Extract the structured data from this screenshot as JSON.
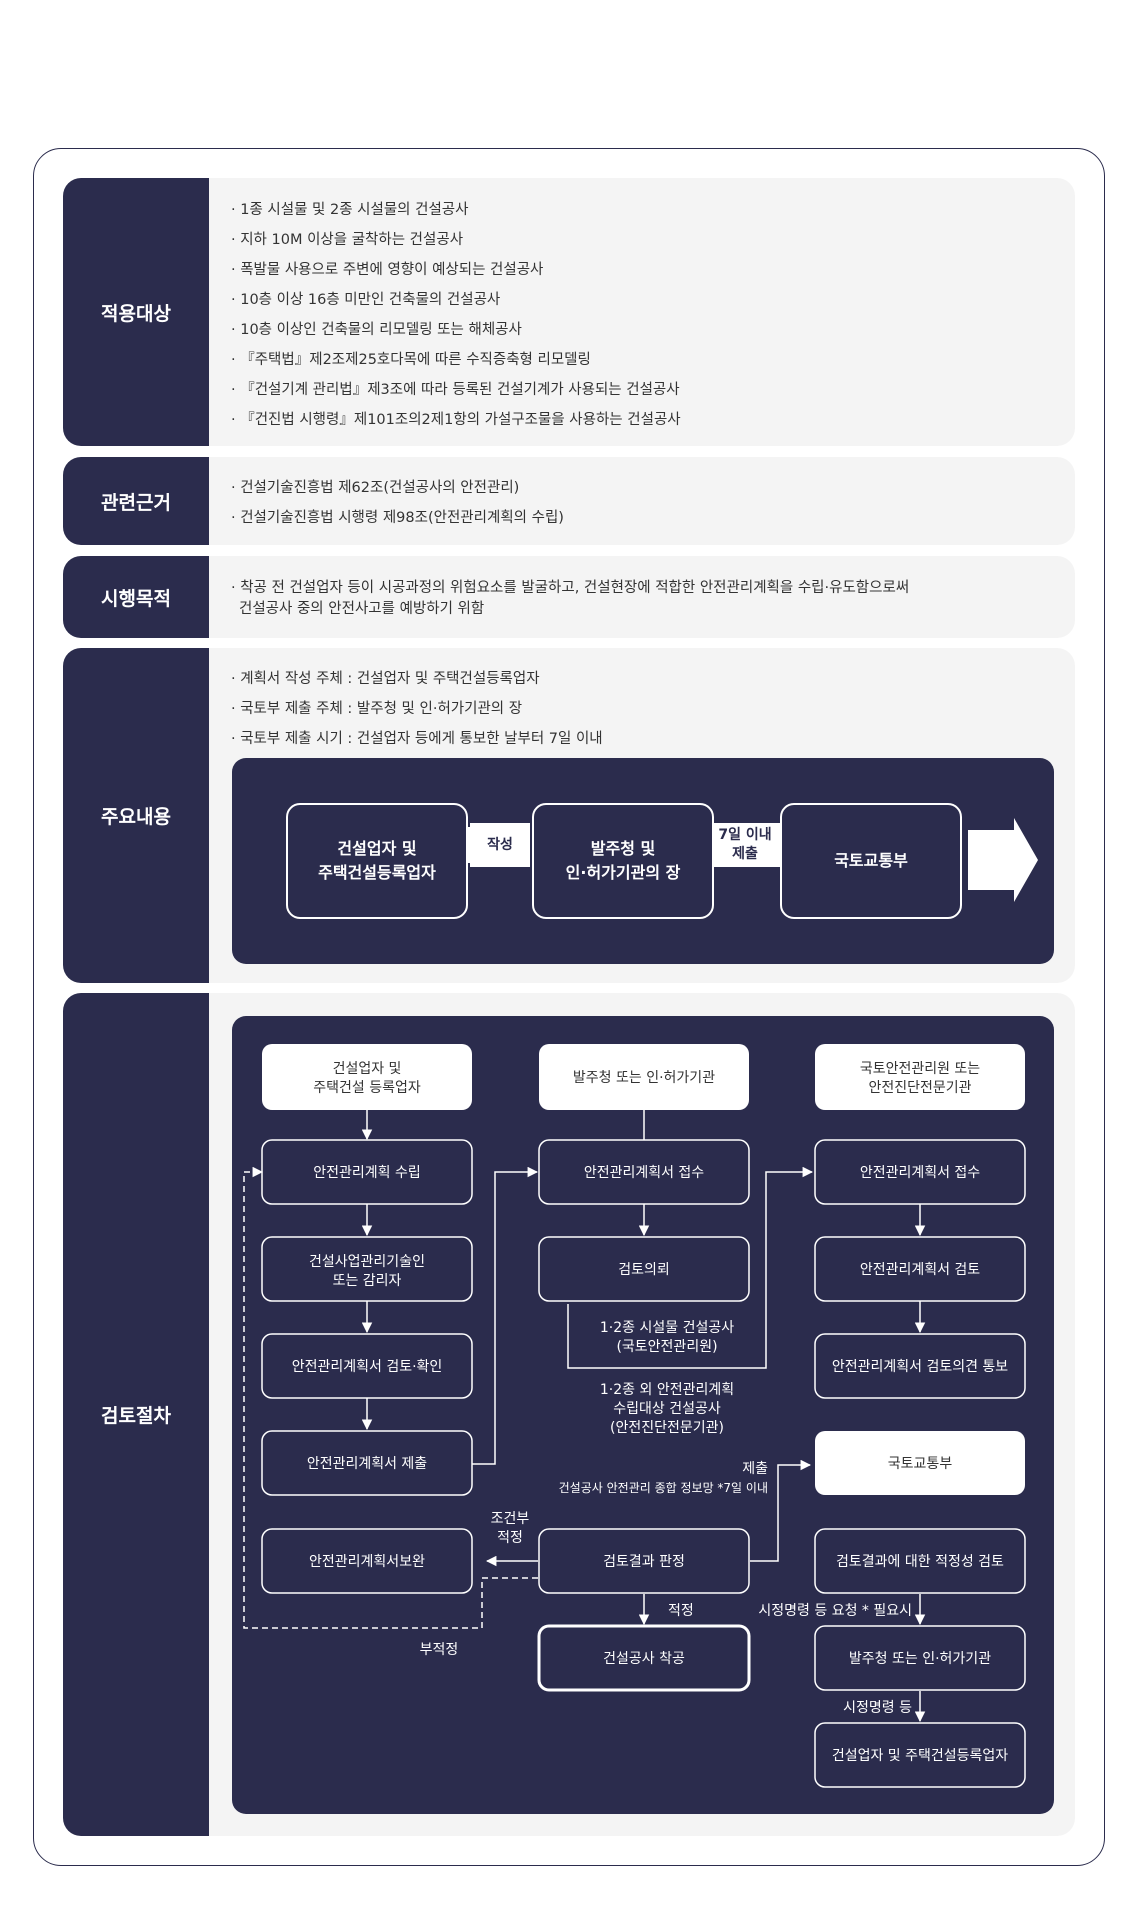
{
  "sections": {
    "target": {
      "title": "적용대상",
      "items": [
        "· 1종 시설물 및 2종 시설물의 건설공사",
        "· 지하 10M 이상을 굴착하는 건설공사",
        "· 폭발물 사용으로 주변에 영향이 예상되는 건설공사",
        "· 10층 이상 16층 미만인 건축물의 건설공사",
        "· 10층 이상인 건축물의 리모델링 또는 해체공사",
        "· 『주택법』제2조제25호다목에 따른 수직증축형 리모델링",
        "· 『건설기계 관리법』제3조에 따라 등록된 건설기계가 사용되는 건설공사",
        "· 『건진법 시행령』제101조의2제1항의 가설구조물을 사용하는 건설공사"
      ]
    },
    "basis": {
      "title": "관련근거",
      "items": [
        "· 건설기술진흥법 제62조(건설공사의 안전관리)",
        "· 건설기술진흥법 시행령 제98조(안전관리계획의 수립)"
      ]
    },
    "purpose": {
      "title": "시행목적",
      "line1": "· 착공 전 건설업자 등이 시공과정의 위험요소를 발굴하고, 건설현장에 적합한 안전관리계획을 수립·유도함으로써",
      "line2": "건설공사 중의 안전사고를 예방하기 위함"
    },
    "content": {
      "title": "주요내용",
      "items": [
        "· 계획서 작성 주체 : 건설업자 및 주택건설등록업자",
        "· 국토부 제출 주체 : 발주청 및 인·허가기관의 장",
        "· 국토부 제출 시기 : 건설업자 등에게 통보한 날부터 7일 이내"
      ],
      "flow": {
        "box1_l1": "건설업자 및",
        "box1_l2": "주택건설등록업자",
        "arrow1": "작성",
        "box2_l1": "발주청 및",
        "box2_l2": "인·허가기관의 장",
        "arrow2_l1": "7일 이내",
        "arrow2_l2": "제출",
        "box3": "국토교통부"
      }
    },
    "review": {
      "title": "검토절차",
      "boxes": {
        "h1_l1": "건설업자 및",
        "h1_l2": "주택건설 등록업자",
        "h2": "발주청 또는 인·허가기관",
        "h3_l1": "국토안전관리원 또는",
        "h3_l2": "안전진단전문기관",
        "a1": "안전관리계획 수립",
        "a2_l1": "건설사업관리기술인",
        "a2_l2": "또는 감리자",
        "a3": "안전관리계획서 검토·확인",
        "a4": "안전관리계획서 제출",
        "a5": "안전관리계획서보완",
        "b1": "안전관리계획서 접수",
        "b2": "검토의뢰",
        "b3": "검토결과 판정",
        "b4": "건설공사 착공",
        "c1": "안전관리계획서 접수",
        "c2": "안전관리계획서 검토",
        "c3": "안전관리계획서 검토의견 통보",
        "c4": "국토교통부",
        "c5": "검토결과에 대한 적정성 검토",
        "c6": "발주청 또는 인·허가기관",
        "c7": "건설업자 및 주택건설등록업자"
      },
      "labels": {
        "route1_l1": "1·2종 시설물 건설공사",
        "route1_l2": "(국토안전관리원)",
        "route2_l1": "1·2종 외 안전관리계획",
        "route2_l2": "수립대상 건설공사",
        "route2_l3": "(안전진단전문기관)",
        "submit": "제출",
        "submit_note": "건설공사 안전관리 종합 정보망 *7일 이내",
        "conditional_l1": "조건부",
        "conditional_l2": "적정",
        "proper": "적정",
        "improper": "부적정",
        "order_request": "시정명령 등 요청 * 필요시",
        "order": "시정명령 등"
      }
    }
  }
}
